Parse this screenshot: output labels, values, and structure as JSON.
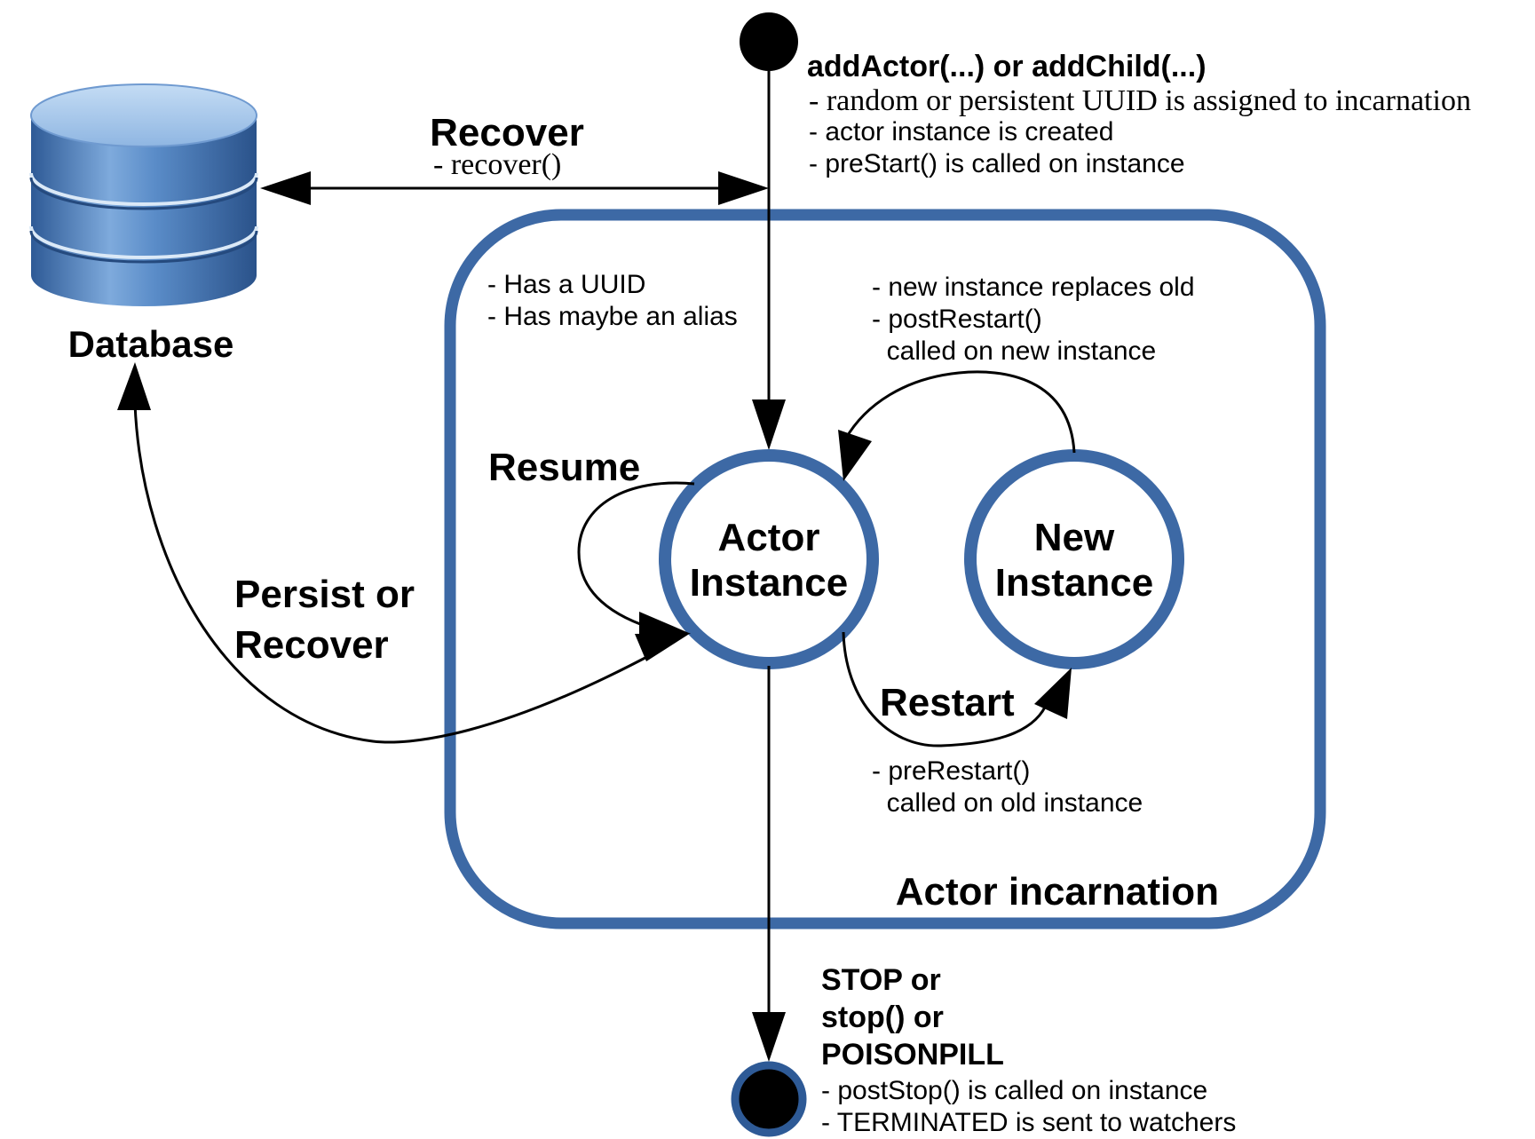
{
  "start_annotation": {
    "title": "addActor(...) or addChild(...)",
    "lines": [
      "- random or persistent UUID is assigned to incarnation",
      "- actor instance is created",
      "- preStart() is called on instance"
    ]
  },
  "database": {
    "label": "Database"
  },
  "recover_edge": {
    "label": "Recover",
    "sublabel": "- recover()"
  },
  "incarnation": {
    "label": "Actor incarnation",
    "properties": [
      "- Has a UUID",
      "- Has maybe an alias"
    ]
  },
  "actor_instance": {
    "line1": "Actor",
    "line2": "Instance"
  },
  "new_instance": {
    "line1": "New",
    "line2": "Instance"
  },
  "resume_edge": {
    "label": "Resume"
  },
  "persist_edge": {
    "line1": "Persist or",
    "line2": "Recover"
  },
  "replace_edge": {
    "lines": [
      "- new instance replaces old",
      "- postRestart()",
      "  called on new instance"
    ]
  },
  "restart_edge": {
    "label": "Restart",
    "lines": [
      "- preRestart()",
      "  called on old instance"
    ]
  },
  "stop_annotation": {
    "title_lines": [
      "STOP or",
      "stop() or",
      "POISONPILL"
    ],
    "lines": [
      "- postStop() is called on instance",
      "- TERMINATED is sent to watchers"
    ]
  },
  "colors": {
    "border_blue": "#3d69a5",
    "db_light": "#9cc0e6",
    "db_mid": "#5a8cc8",
    "db_dark": "#2e5a96",
    "stroke": "#000000"
  }
}
